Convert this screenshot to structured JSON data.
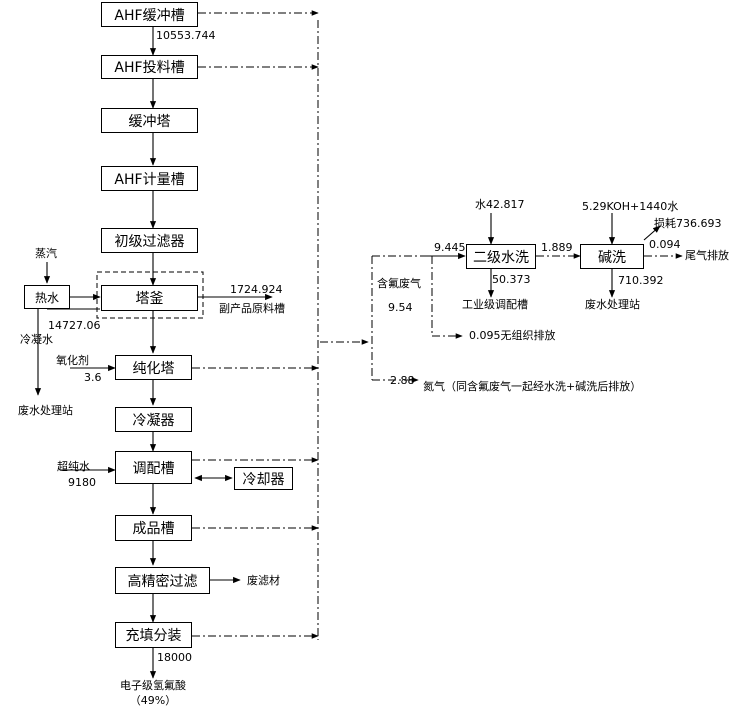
{
  "boxes": {
    "ahf_buffer": "AHF缓冲槽",
    "ahf_feed": "AHF投料槽",
    "buffer_tower": "缓冲塔",
    "ahf_meter": "AHF计量槽",
    "filter1": "初级过滤器",
    "kettle": "塔釜",
    "purify": "纯化塔",
    "condenser": "冷凝器",
    "mixing": "调配槽",
    "cooler": "冷却器",
    "product_tank": "成品槽",
    "fine_filter": "高精密过滤",
    "packing": "充填分装",
    "hot_water": "热水",
    "scrubber2": "二级水洗",
    "alkali": "碱洗"
  },
  "labels": {
    "flow_ahf": "10553.744",
    "steam": "蒸汽",
    "flow_hotwater": "14727.06",
    "condensate": "冷凝水",
    "wastewater_station_left": "废水处理站",
    "byproduct_amount": "1724.924",
    "byproduct_name": "副产品原料槽",
    "oxidant": "氧化剂",
    "oxidant_amount": "3.6",
    "upw": "超纯水",
    "upw_amount": "9180",
    "waste_filter": "废滤材",
    "output_amount": "18000",
    "product_name": "电子级氢氟酸",
    "product_conc": "（49%）",
    "fluorine_gas": "含氟废气",
    "fluorine_amount": "9.54",
    "flow_9445": "9.445",
    "water_in": "水42.817",
    "flow_1889": "1.889",
    "koh_in": "5.29KOH+1440水",
    "loss": "损耗736.693",
    "flow_0094": "0.094",
    "tail_gas": "尾气排放",
    "flow_50373": "50.373",
    "industrial_tank": "工业级调配槽",
    "flow_710392": "710.392",
    "wastewater_station_right": "废水处理站",
    "fugitive": "0.095无组织排放",
    "flow_288": "2.88",
    "nitrogen_note": "氮气（同含氟废气一起经水洗+碱洗后排放）"
  }
}
